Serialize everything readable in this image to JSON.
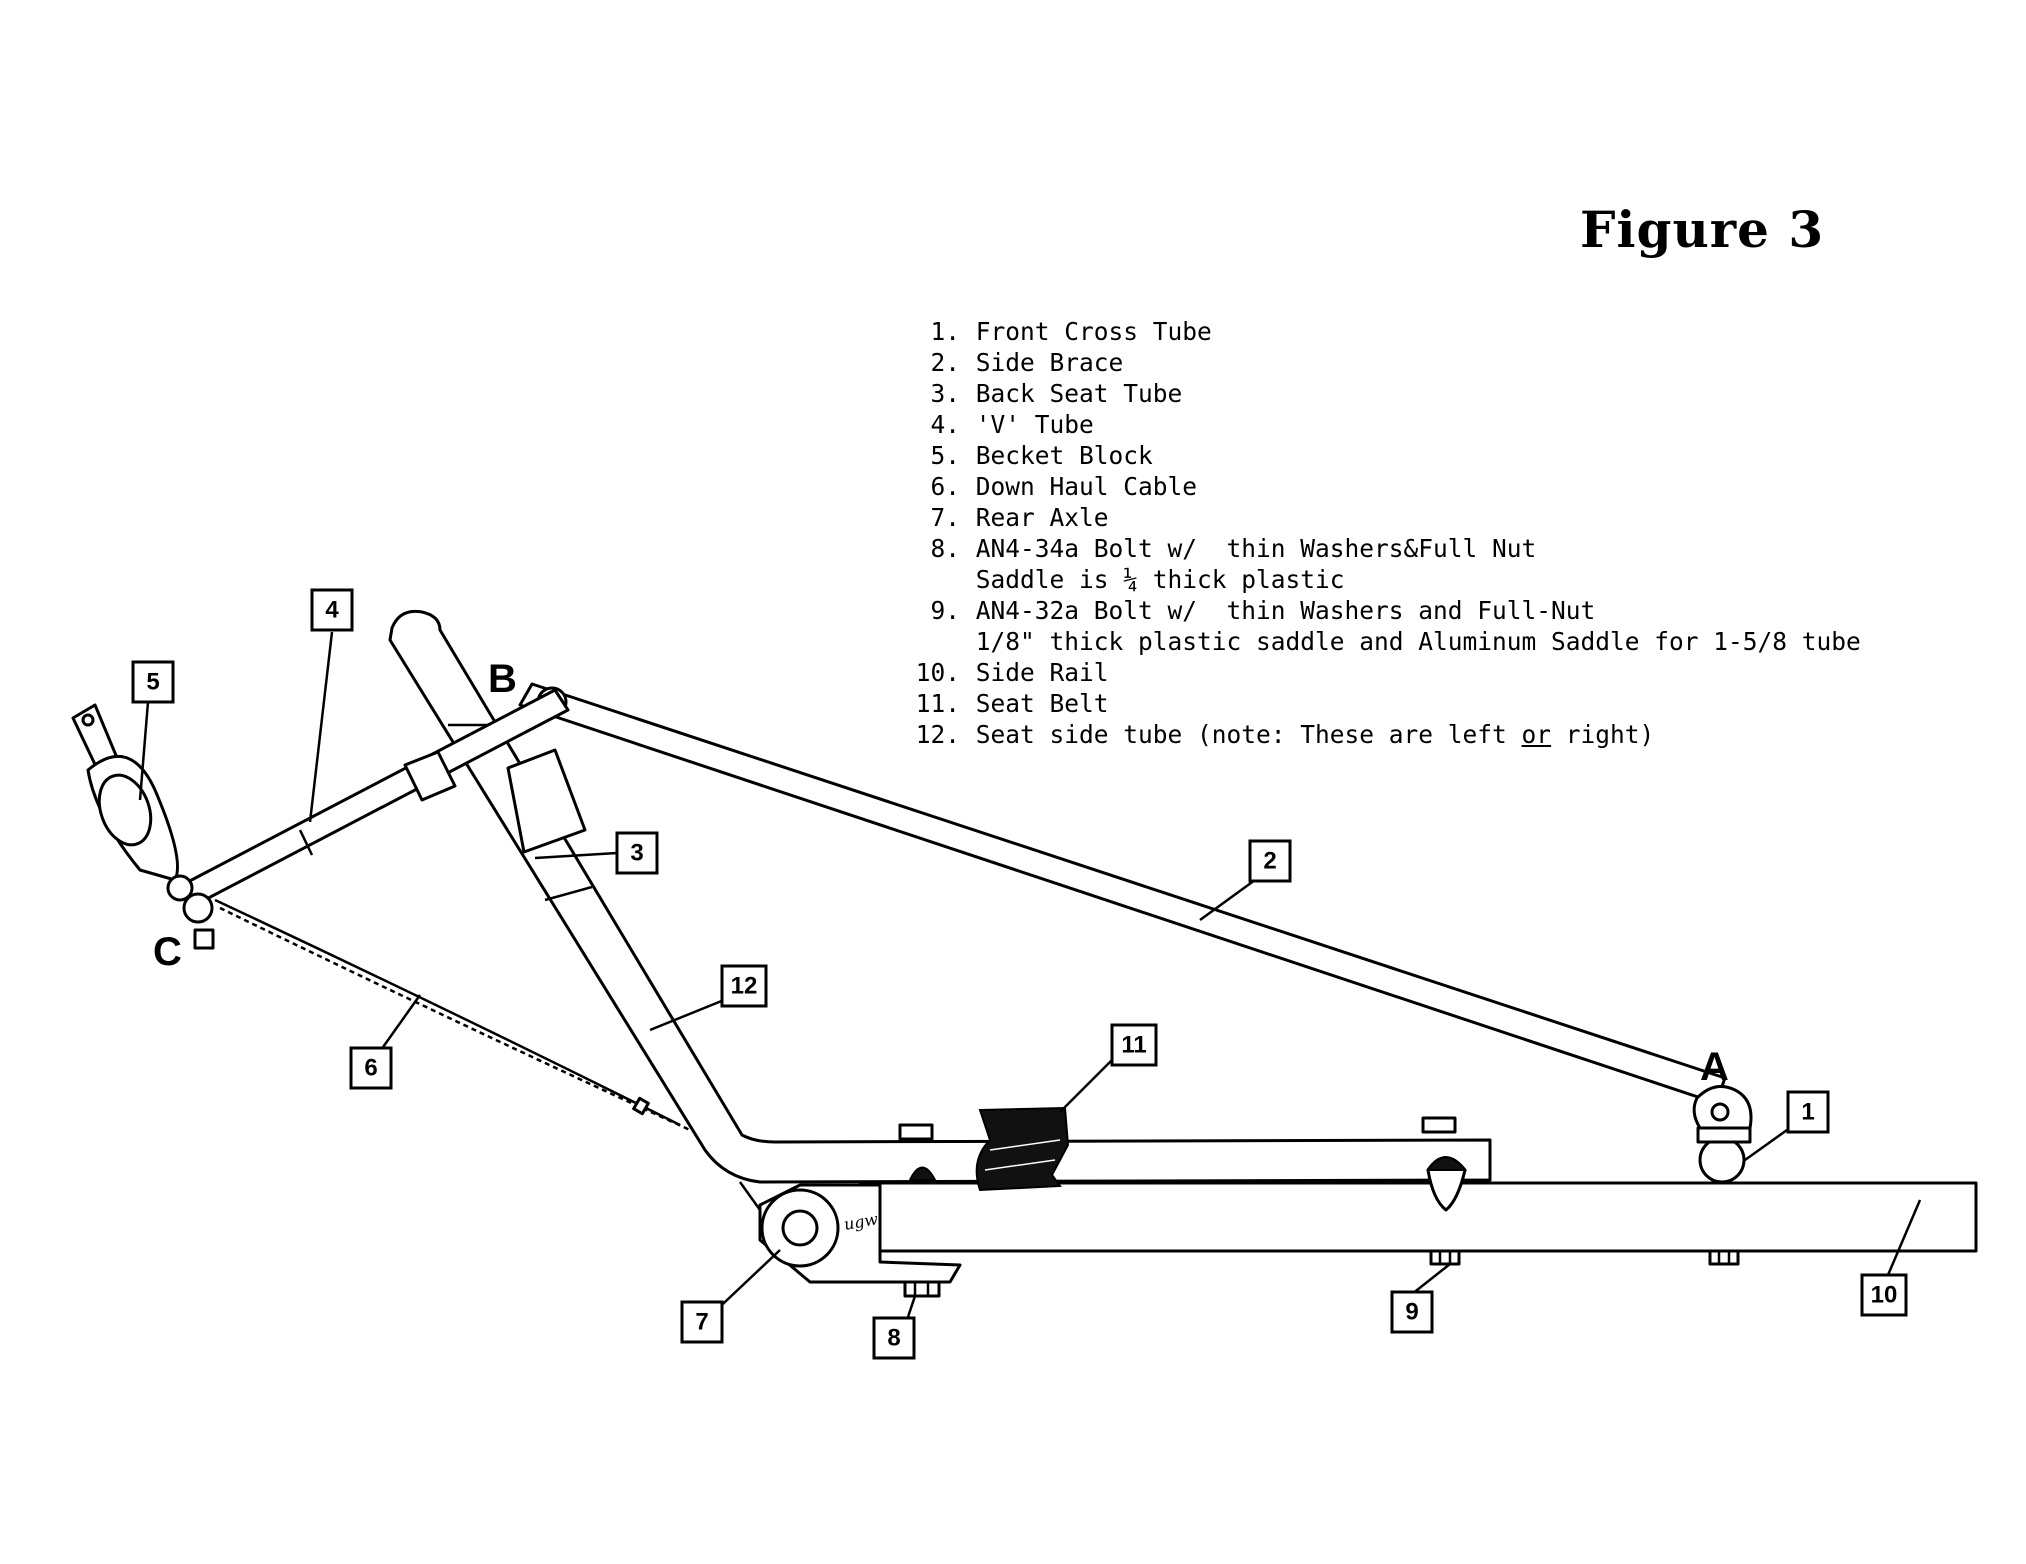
{
  "figure": {
    "title": "Figure 3"
  },
  "legend": [
    {
      "num": "1.",
      "text": "Front Cross Tube"
    },
    {
      "num": "2.",
      "text": "Side Brace"
    },
    {
      "num": "3.",
      "text": "Back Seat Tube"
    },
    {
      "num": "4.",
      "text": "'V' Tube"
    },
    {
      "num": "5.",
      "text": "Becket Block"
    },
    {
      "num": "6.",
      "text": "Down Haul Cable"
    },
    {
      "num": "7.",
      "text": "Rear Axle"
    },
    {
      "num": "8.",
      "text": "AN4-34a Bolt w/  thin Washers&Full Nut"
    },
    {
      "num": "",
      "text": "Saddle is ¼ thick plastic"
    },
    {
      "num": "9.",
      "text": "AN4-32a Bolt w/  thin Washers and Full-Nut"
    },
    {
      "num": "",
      "text": "1/8\" thick plastic saddle and Aluminum Saddle for 1-5/8 tube"
    },
    {
      "num": "10.",
      "text": "Side Rail"
    },
    {
      "num": "11.",
      "text": "Seat Belt"
    },
    {
      "num": "12.",
      "text": "Seat side tube (note: These are left ",
      "underlined": "or",
      "after": " right)"
    }
  ],
  "points": {
    "a": "A",
    "b": "B",
    "c": "C"
  },
  "callouts": {
    "c1": "1",
    "c2": "2",
    "c3": "3",
    "c4": "4",
    "c5": "5",
    "c6": "6",
    "c7": "7",
    "c8": "8",
    "c9": "9",
    "c10": "10",
    "c11": "11",
    "c12": "12"
  },
  "axle_mark": "ugw"
}
